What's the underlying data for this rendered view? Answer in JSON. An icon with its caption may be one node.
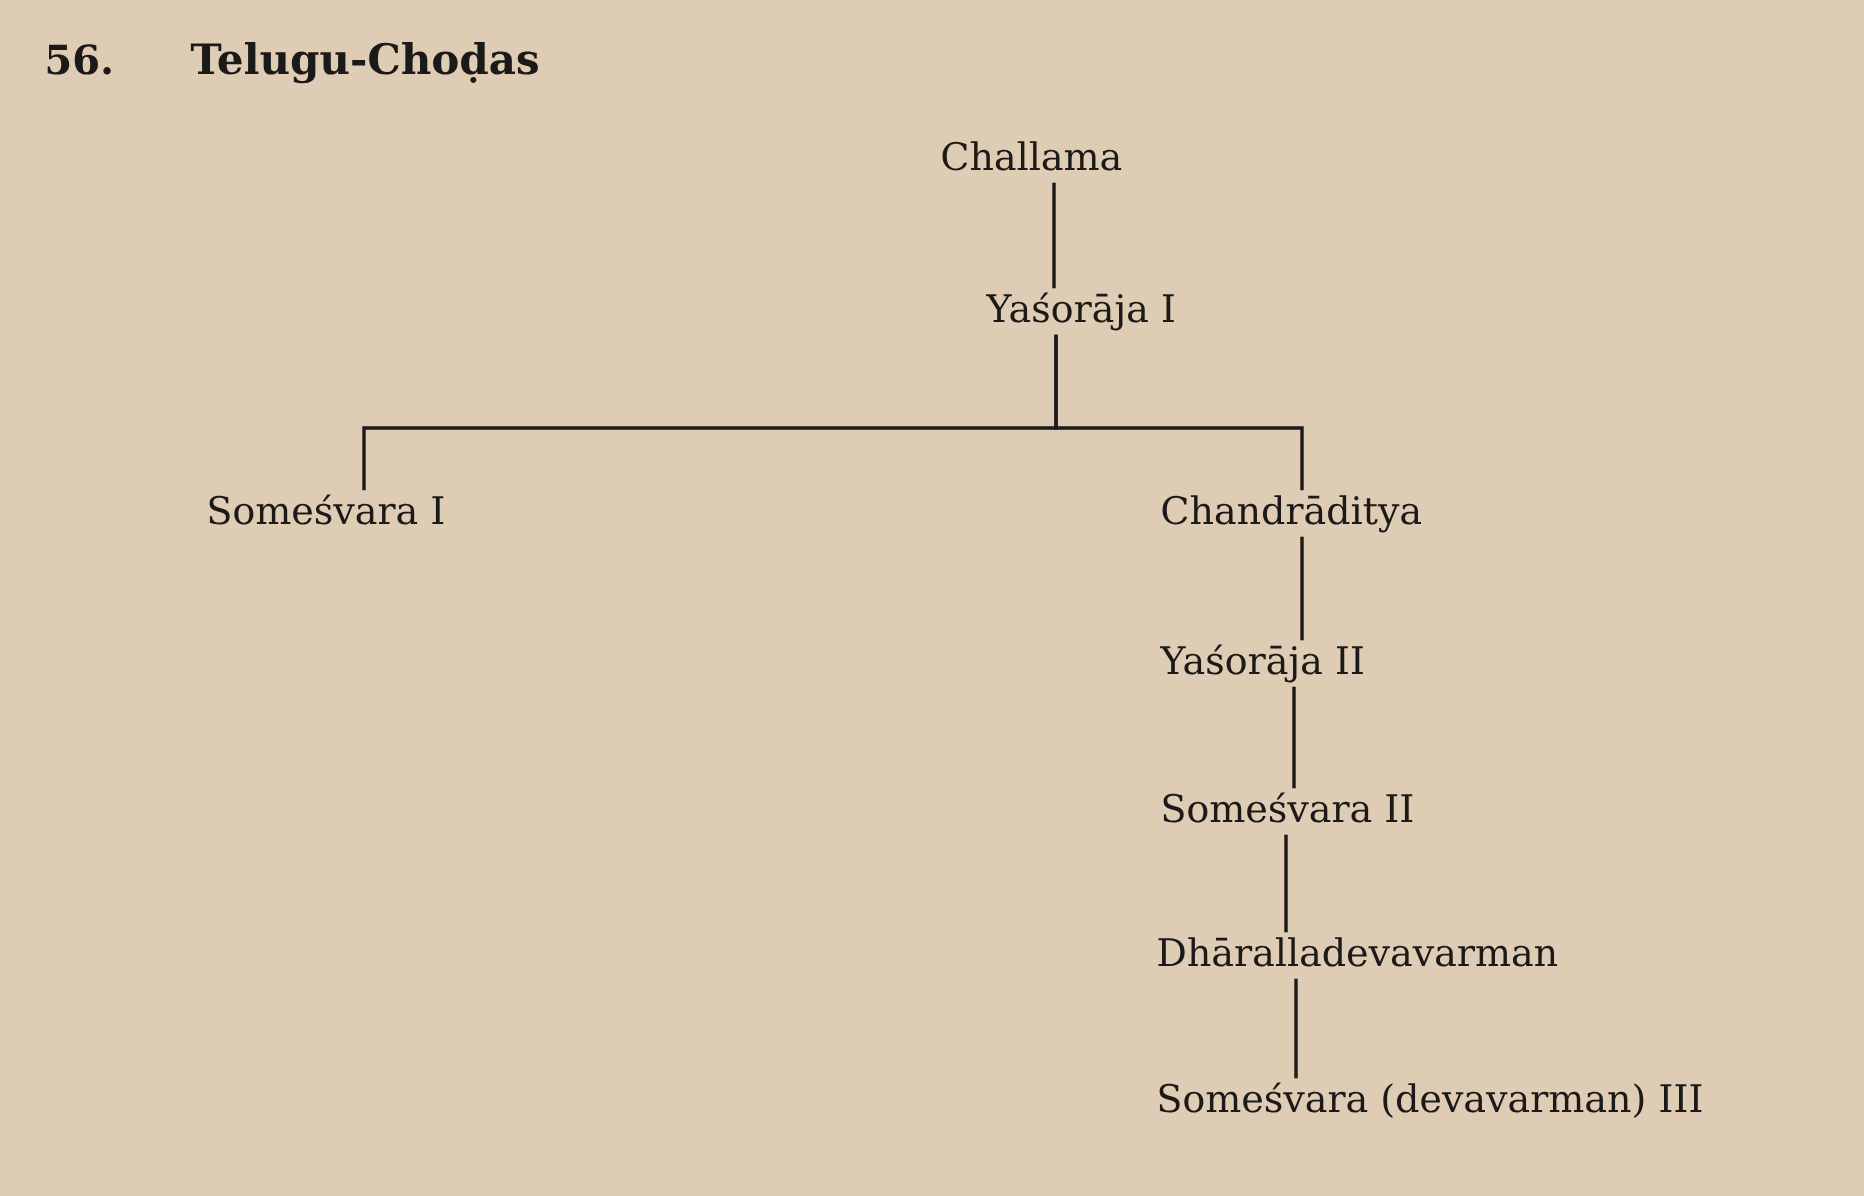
{
  "diagram": {
    "title": "Telugu-Choḍas",
    "labels": [
      "56."
    ],
    "nodes": [
      {
        "text": [
          "Challama"
        ]
      },
      {
        "text": [
          "Yaśorāja I"
        ]
      },
      {
        "text": [
          "Someśvara I"
        ]
      },
      {
        "text": [
          "Chandrāditya"
        ]
      },
      {
        "text": [
          "Yaśorāja II"
        ]
      },
      {
        "text": [
          "Someśvara II"
        ]
      },
      {
        "text": [
          "Dhāralladevavarman"
        ]
      },
      {
        "text": [
          "Someśvara (devavarman) III"
        ]
      }
    ],
    "edges": [
      {
        "from": 0,
        "to": 1,
        "arrow": "none"
      },
      {
        "from": 1,
        "to": 2,
        "arrow": "none"
      },
      {
        "from": 1,
        "to": 3,
        "arrow": "none"
      },
      {
        "from": 3,
        "to": 4,
        "arrow": "none"
      },
      {
        "from": 4,
        "to": 5,
        "arrow": "none"
      },
      {
        "from": 5,
        "to": 6,
        "arrow": "none"
      },
      {
        "from": 6,
        "to": 7,
        "arrow": "none"
      }
    ]
  }
}
